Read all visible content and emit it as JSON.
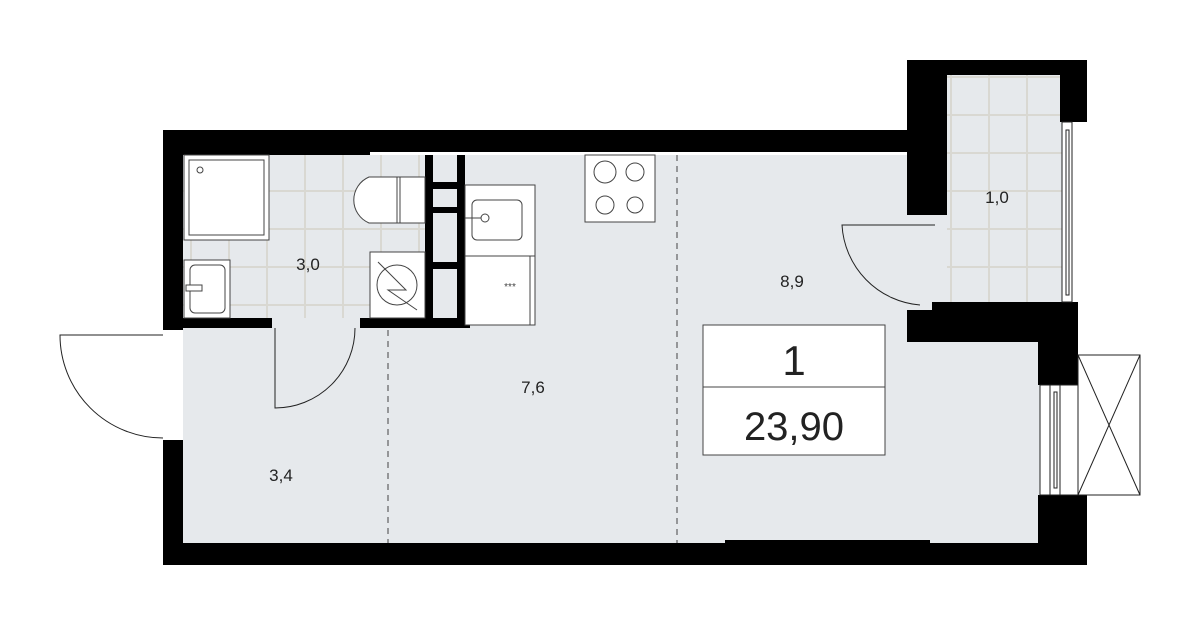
{
  "plan": {
    "rooms": [
      {
        "id": "bathroom",
        "area": "3,0"
      },
      {
        "id": "balcony",
        "area": "1,0"
      },
      {
        "id": "living-room",
        "area": "8,9"
      },
      {
        "id": "kitchen",
        "area": "7,6"
      },
      {
        "id": "hallway",
        "area": "3,4"
      }
    ],
    "summary": {
      "rooms_count": "1",
      "total_area": "23,90"
    }
  },
  "colors": {
    "floor": "#e6e9ec",
    "wall": "#000000",
    "tile_line": "#d5d3cc"
  }
}
